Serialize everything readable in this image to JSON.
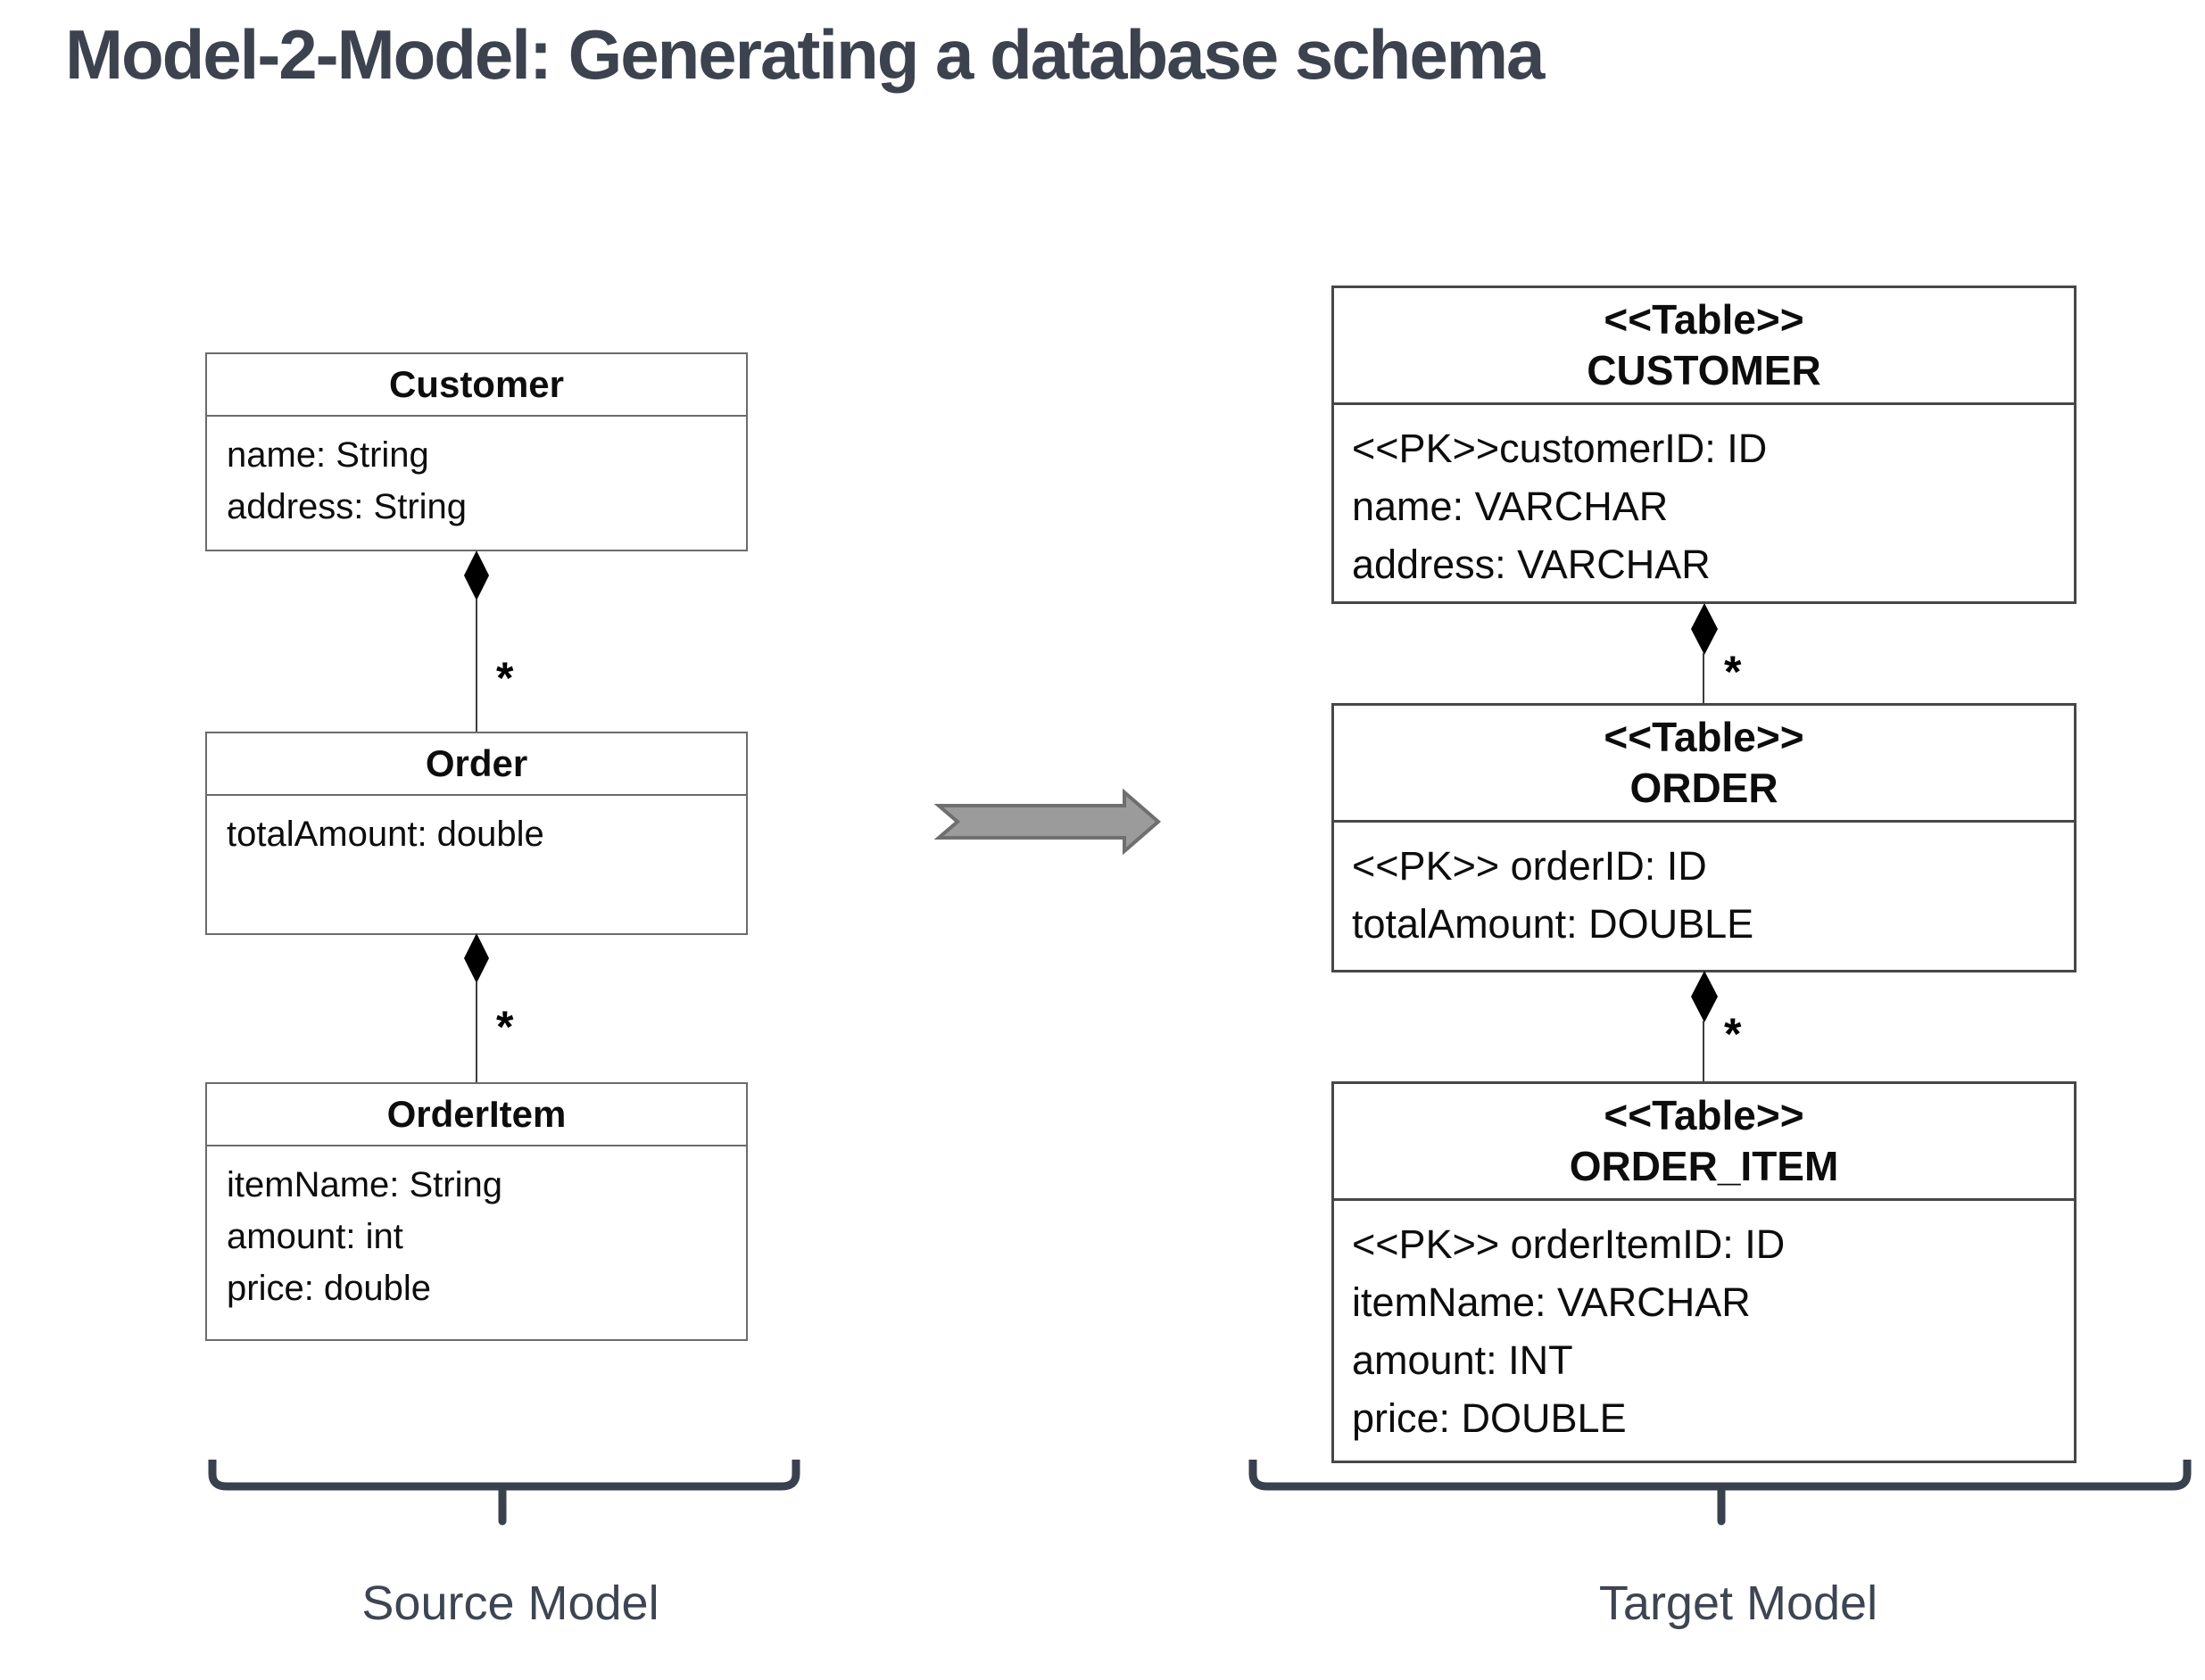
{
  "title": "Model-2-Model: Generating a database schema",
  "source_model": {
    "label": "Source Model",
    "classes": [
      {
        "name": "Customer",
        "attributes": [
          "name: String",
          "address: String"
        ]
      },
      {
        "name": "Order",
        "attributes": [
          "totalAmount: double"
        ]
      },
      {
        "name": "OrderItem",
        "attributes": [
          "itemName: String",
          "amount: int",
          "price: double"
        ]
      }
    ],
    "multiplicities": [
      "*",
      "*"
    ]
  },
  "target_model": {
    "label": "Target Model",
    "tables": [
      {
        "stereotype": "<<Table>>",
        "name": "CUSTOMER",
        "attributes": [
          "<<PK>>customerID: ID",
          "name: VARCHAR",
          "address: VARCHAR"
        ]
      },
      {
        "stereotype": "<<Table>>",
        "name": "ORDER",
        "attributes": [
          "<<PK>> orderID: ID",
          "totalAmount: DOUBLE"
        ]
      },
      {
        "stereotype": "<<Table>>",
        "name": "ORDER_ITEM",
        "attributes": [
          "<<PK>> orderItemID: ID",
          "itemName: VARCHAR",
          "amount: INT",
          "price: DOUBLE"
        ]
      }
    ],
    "multiplicities": [
      "*",
      "*"
    ]
  },
  "colors": {
    "title_text": "#3c434e",
    "model_label_text": "#3e4552",
    "brace": "#3a414e",
    "box_border_source": "#6b6b6b",
    "box_border_target": "#474747",
    "box_text": "#0d0d0d",
    "arrow_fill": "#9b9b9b",
    "arrow_stroke": "#6f6f6f",
    "connector": "#000000",
    "background": "#ffffff"
  }
}
